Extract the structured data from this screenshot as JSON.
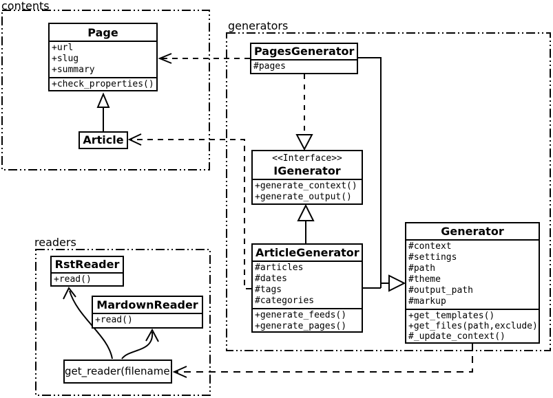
{
  "packages": {
    "contents": {
      "label": "contents"
    },
    "generators": {
      "label": "generators"
    },
    "readers": {
      "label": "readers"
    }
  },
  "classes": {
    "page": {
      "name": "Page",
      "attributes": [
        "+url",
        "+slug",
        "+summary"
      ],
      "methods": [
        "+check_properties()"
      ]
    },
    "article": {
      "name": "Article"
    },
    "pages_generator": {
      "name": "PagesGenerator",
      "attributes": [
        "#pages"
      ]
    },
    "igenerator": {
      "stereotype": "<<Interface>>",
      "name": "IGenerator",
      "methods": [
        "+generate_context()",
        "+generate_output()"
      ]
    },
    "article_generator": {
      "name": "ArticleGenerator",
      "attributes": [
        "#articles",
        "#dates",
        "#tags",
        "#categories"
      ],
      "methods": [
        "+generate_feeds()",
        "+generate_pages()"
      ]
    },
    "generator": {
      "name": "Generator",
      "attributes": [
        "#context",
        "#settings",
        "#path",
        "#theme",
        "#output_path",
        "#markup"
      ],
      "methods": [
        "+get_templates()",
        "+get_files(path,exclude)",
        "#_update_context()"
      ]
    },
    "rst_reader": {
      "name": "RstReader",
      "methods": [
        "+read()"
      ]
    },
    "mardown_reader": {
      "name": "MardownReader",
      "methods": [
        "+read()"
      ]
    },
    "get_reader": {
      "label": "get_reader(filename)"
    }
  },
  "relationships": [
    {
      "type": "inheritance",
      "from": "Article",
      "to": "Page",
      "style": "solid-hollow-triangle"
    },
    {
      "type": "realization",
      "from": "PagesGenerator",
      "to": "IGenerator",
      "style": "dashed-hollow-triangle"
    },
    {
      "type": "inheritance",
      "from": "ArticleGenerator",
      "to": "IGenerator",
      "style": "solid-hollow-triangle"
    },
    {
      "type": "inheritance",
      "from": "PagesGenerator",
      "to": "Generator",
      "style": "solid-hollow-triangle"
    },
    {
      "type": "inheritance",
      "from": "ArticleGenerator",
      "to": "Generator",
      "style": "solid-hollow-triangle"
    },
    {
      "type": "dependency",
      "from": "PagesGenerator",
      "to": "Page",
      "style": "dashed-open-arrow"
    },
    {
      "type": "dependency",
      "from": "ArticleGenerator",
      "to": "Article",
      "style": "dashed-open-arrow"
    },
    {
      "type": "dependency",
      "from": "Generator",
      "to": "get_reader(filename)",
      "style": "dashed-open-arrow"
    },
    {
      "type": "association",
      "from": "get_reader(filename)",
      "to": "RstReader",
      "style": "curved-open-arrow"
    },
    {
      "type": "association",
      "from": "get_reader(filename)",
      "to": "MardownReader",
      "style": "curved-open-arrow"
    }
  ],
  "colors": {
    "line": "#000000",
    "background": "#ffffff"
  }
}
